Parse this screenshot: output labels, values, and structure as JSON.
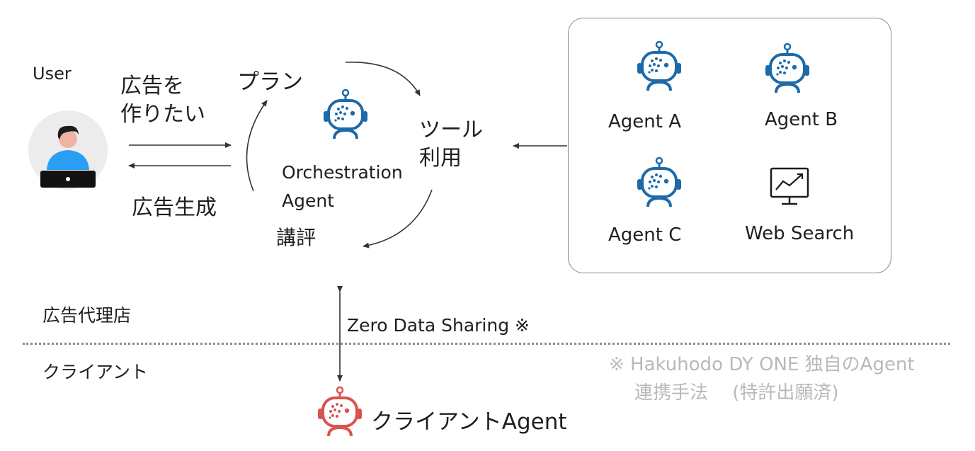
{
  "user": {
    "label": "User",
    "request": "広告を\n作りたい",
    "generation": "広告生成"
  },
  "orchestration": {
    "plan": "プラン",
    "tool_use": "ツール\n利用",
    "agent_name": "Orchestration\nAgent",
    "review": "講評"
  },
  "tools_panel": {
    "agent_a": "Agent A",
    "agent_b": "Agent B",
    "agent_c": "Agent C",
    "web_search": "Web Search"
  },
  "boundary": {
    "agency": "広告代理店",
    "client": "クライアント",
    "zero_data_sharing": "Zero Data Sharing ※"
  },
  "note": {
    "line1": "※ Hakuhodo DY ONE 独自のAgent",
    "line2": "連携手法　 (特許出願済)"
  },
  "client_agent": {
    "label": "クライアントAgent"
  },
  "colors": {
    "agent_icon": "#1e6aa8",
    "client_agent_icon": "#d9534f",
    "note_text": "#b9b9b9",
    "user_shirt": "#2a9df4",
    "arrow": "#333333"
  }
}
